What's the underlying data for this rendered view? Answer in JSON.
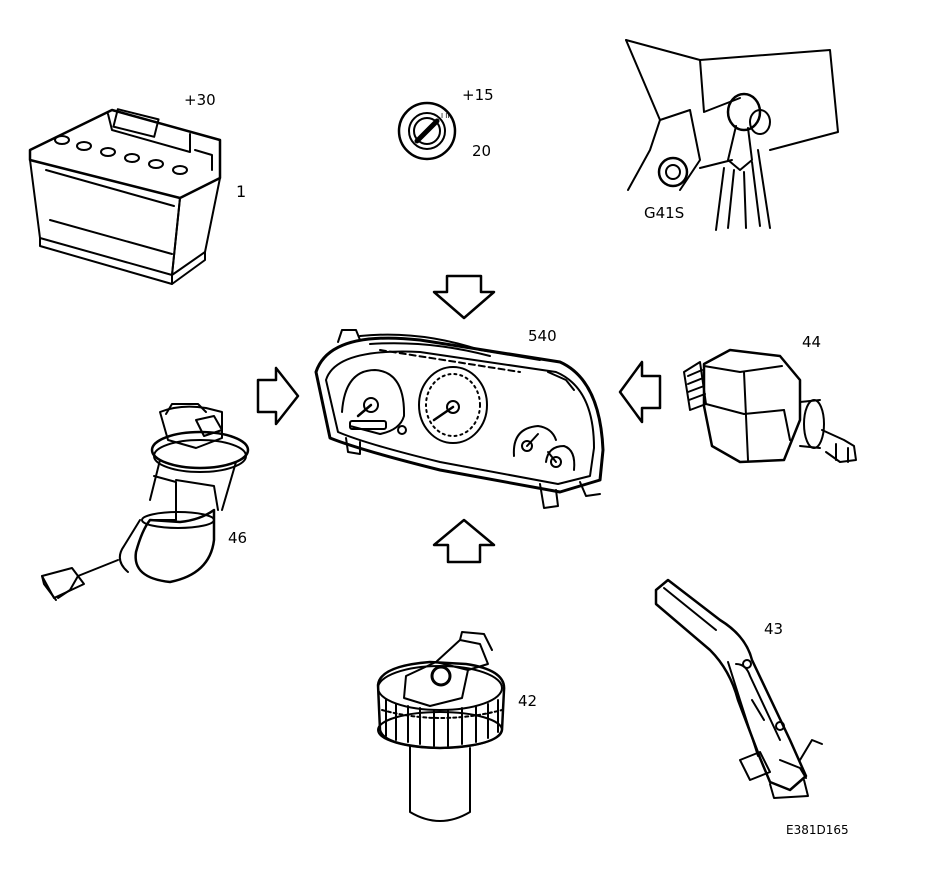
{
  "components": {
    "battery": {
      "label": "1",
      "terminal": "+30"
    },
    "ignition": {
      "label": "20",
      "terminal": "+15"
    },
    "ground_point": {
      "label": "G41S"
    },
    "instrument": {
      "label": "540"
    },
    "oil_sensor": {
      "label": "44"
    },
    "fuel_pump": {
      "label": "46"
    },
    "fluid_sensor": {
      "label": "42"
    },
    "handbrake": {
      "label": "43"
    }
  },
  "figure_code": "E381D165"
}
